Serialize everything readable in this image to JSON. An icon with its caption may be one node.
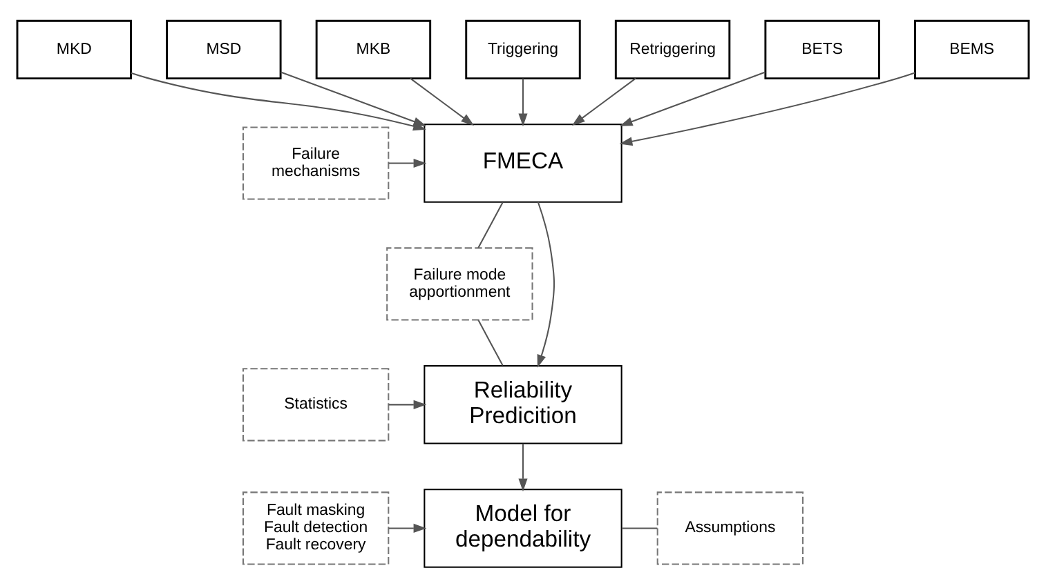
{
  "diagram": {
    "nodes": [
      {
        "text": [
          "MKD"
        ]
      },
      {
        "text": [
          "MSD"
        ]
      },
      {
        "text": [
          "MKB"
        ]
      },
      {
        "text": [
          "Triggering"
        ]
      },
      {
        "text": [
          "Retriggering"
        ]
      },
      {
        "text": [
          "BETS"
        ]
      },
      {
        "text": [
          "BEMS"
        ]
      },
      {
        "text": [
          "FMECA"
        ]
      },
      {
        "text": [
          "Failure mechanisms"
        ]
      },
      {
        "text": [
          "Failure mode apportionment"
        ]
      },
      {
        "text": [
          "Statistics"
        ]
      },
      {
        "text": [
          "Reliability Predicition"
        ]
      },
      {
        "text": [
          "Fault masking Fault detection Fault recovery"
        ]
      },
      {
        "text": [
          "Model for dependability"
        ]
      },
      {
        "text": [
          "Assumptions"
        ]
      }
    ],
    "edges": [
      {
        "from": 0,
        "to": 7,
        "arrow": "to"
      },
      {
        "from": 1,
        "to": 7,
        "arrow": "to"
      },
      {
        "from": 2,
        "to": 7,
        "arrow": "to"
      },
      {
        "from": 3,
        "to": 7,
        "arrow": "to"
      },
      {
        "from": 4,
        "to": 7,
        "arrow": "to"
      },
      {
        "from": 5,
        "to": 7,
        "arrow": "to"
      },
      {
        "from": 6,
        "to": 7,
        "arrow": "to"
      },
      {
        "from": 8,
        "to": 7,
        "arrow": "to"
      },
      {
        "from": 7,
        "to": 11,
        "arrow": "to"
      },
      {
        "from": 7,
        "to": 9,
        "arrow": "none"
      },
      {
        "from": 9,
        "to": 11,
        "arrow": "none"
      },
      {
        "from": 10,
        "to": 11,
        "arrow": "to"
      },
      {
        "from": 11,
        "to": 13,
        "arrow": "to"
      },
      {
        "from": 12,
        "to": 13,
        "arrow": "to"
      },
      {
        "from": 13,
        "to": 14,
        "arrow": "none"
      }
    ]
  }
}
